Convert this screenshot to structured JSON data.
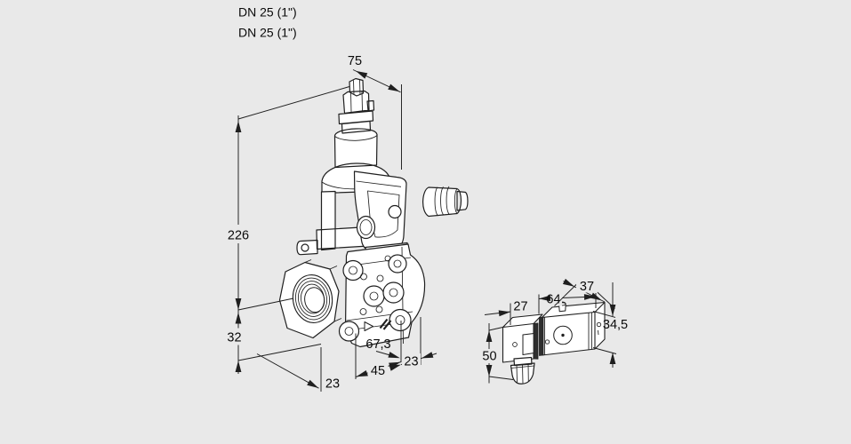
{
  "canvas": {
    "background": "#e9e9e9",
    "line_color": "#1f1f1f",
    "text_color": "#0a0a0a"
  },
  "header": {
    "dn_label_1": "DN 25 (1\")",
    "dn_label_2": "DN 25 (1\")"
  },
  "main_view": {
    "dims": {
      "top_width": "75",
      "overall_height": "226",
      "axis_to_bottom": "32",
      "bottom_left_offset": "23",
      "bottom_center": "45",
      "bottom_right_offset": "23",
      "body_width": "67,3"
    }
  },
  "side_view": {
    "dims": {
      "connector_depth": "27",
      "coil_length": "64",
      "coil_depth": "37",
      "coil_height": "34,5",
      "axis_to_gland_bottom": "50"
    }
  }
}
